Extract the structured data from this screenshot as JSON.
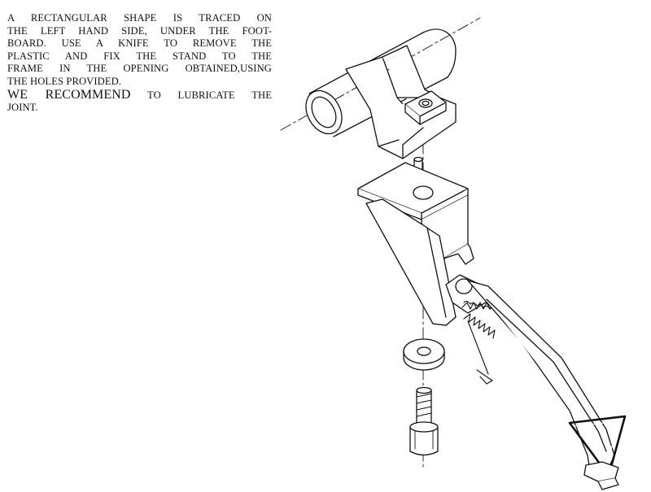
{
  "instructions": {
    "line1": "A RECTANGULAR SHAPE  IS TRACED ON",
    "line2": "THE LEFT HAND SIDE, UNDER THE FOOT-",
    "line3": "BOARD. USE A KNIFE TO REMOVE THE",
    "line4": "PLASTIC AND FIX THE STAND TO THE",
    "line5": "FRAME IN THE OPENING OBTAINED,USING",
    "line6": "THE HOLES PROVIDED.",
    "recommend_big": "WE RECOMMEND",
    "recommend_small": " TO LUBRICATE THE",
    "line8": "JOINT."
  }
}
